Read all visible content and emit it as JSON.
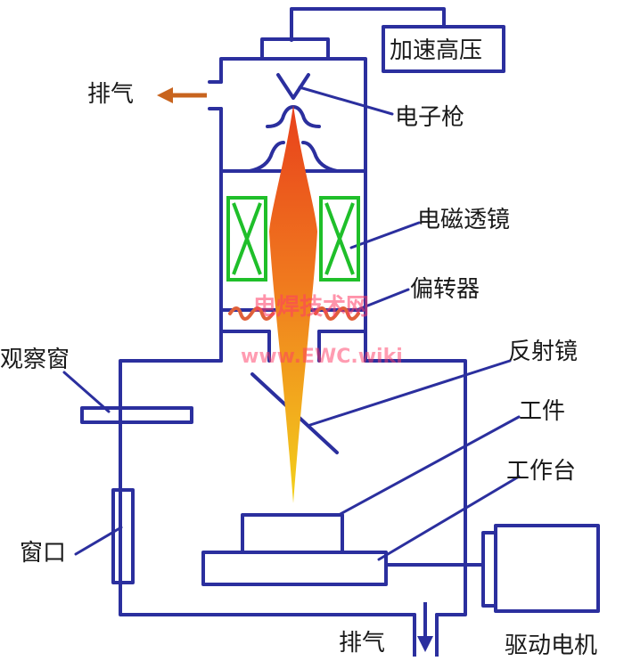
{
  "colors": {
    "outline": "#2b2f9e",
    "coil": "#1fbf2a",
    "deflector": "#e0603a",
    "beam_top": "#e8401c",
    "beam_bottom": "#f3d21c",
    "exhaust_arrow_top": "#c8641e",
    "exhaust_arrow_bottom": "#2b2f9e",
    "watermark": "#ff3b66"
  },
  "labels": {
    "accel_voltage": "加速高压",
    "exhaust_top": "排气",
    "electron_gun": "电子枪",
    "magnetic_lens": "电磁透镜",
    "deflector": "偏转器",
    "viewing_window": "观察窗",
    "reflector": "反射镜",
    "workpiece": "工件",
    "worktable": "工作台",
    "window_port": "窗口",
    "exhaust_bottom": "排气",
    "drive_motor": "驱动电机"
  },
  "watermark": {
    "line1": "电焊技术网",
    "line2": "www.EWC.wiki"
  }
}
